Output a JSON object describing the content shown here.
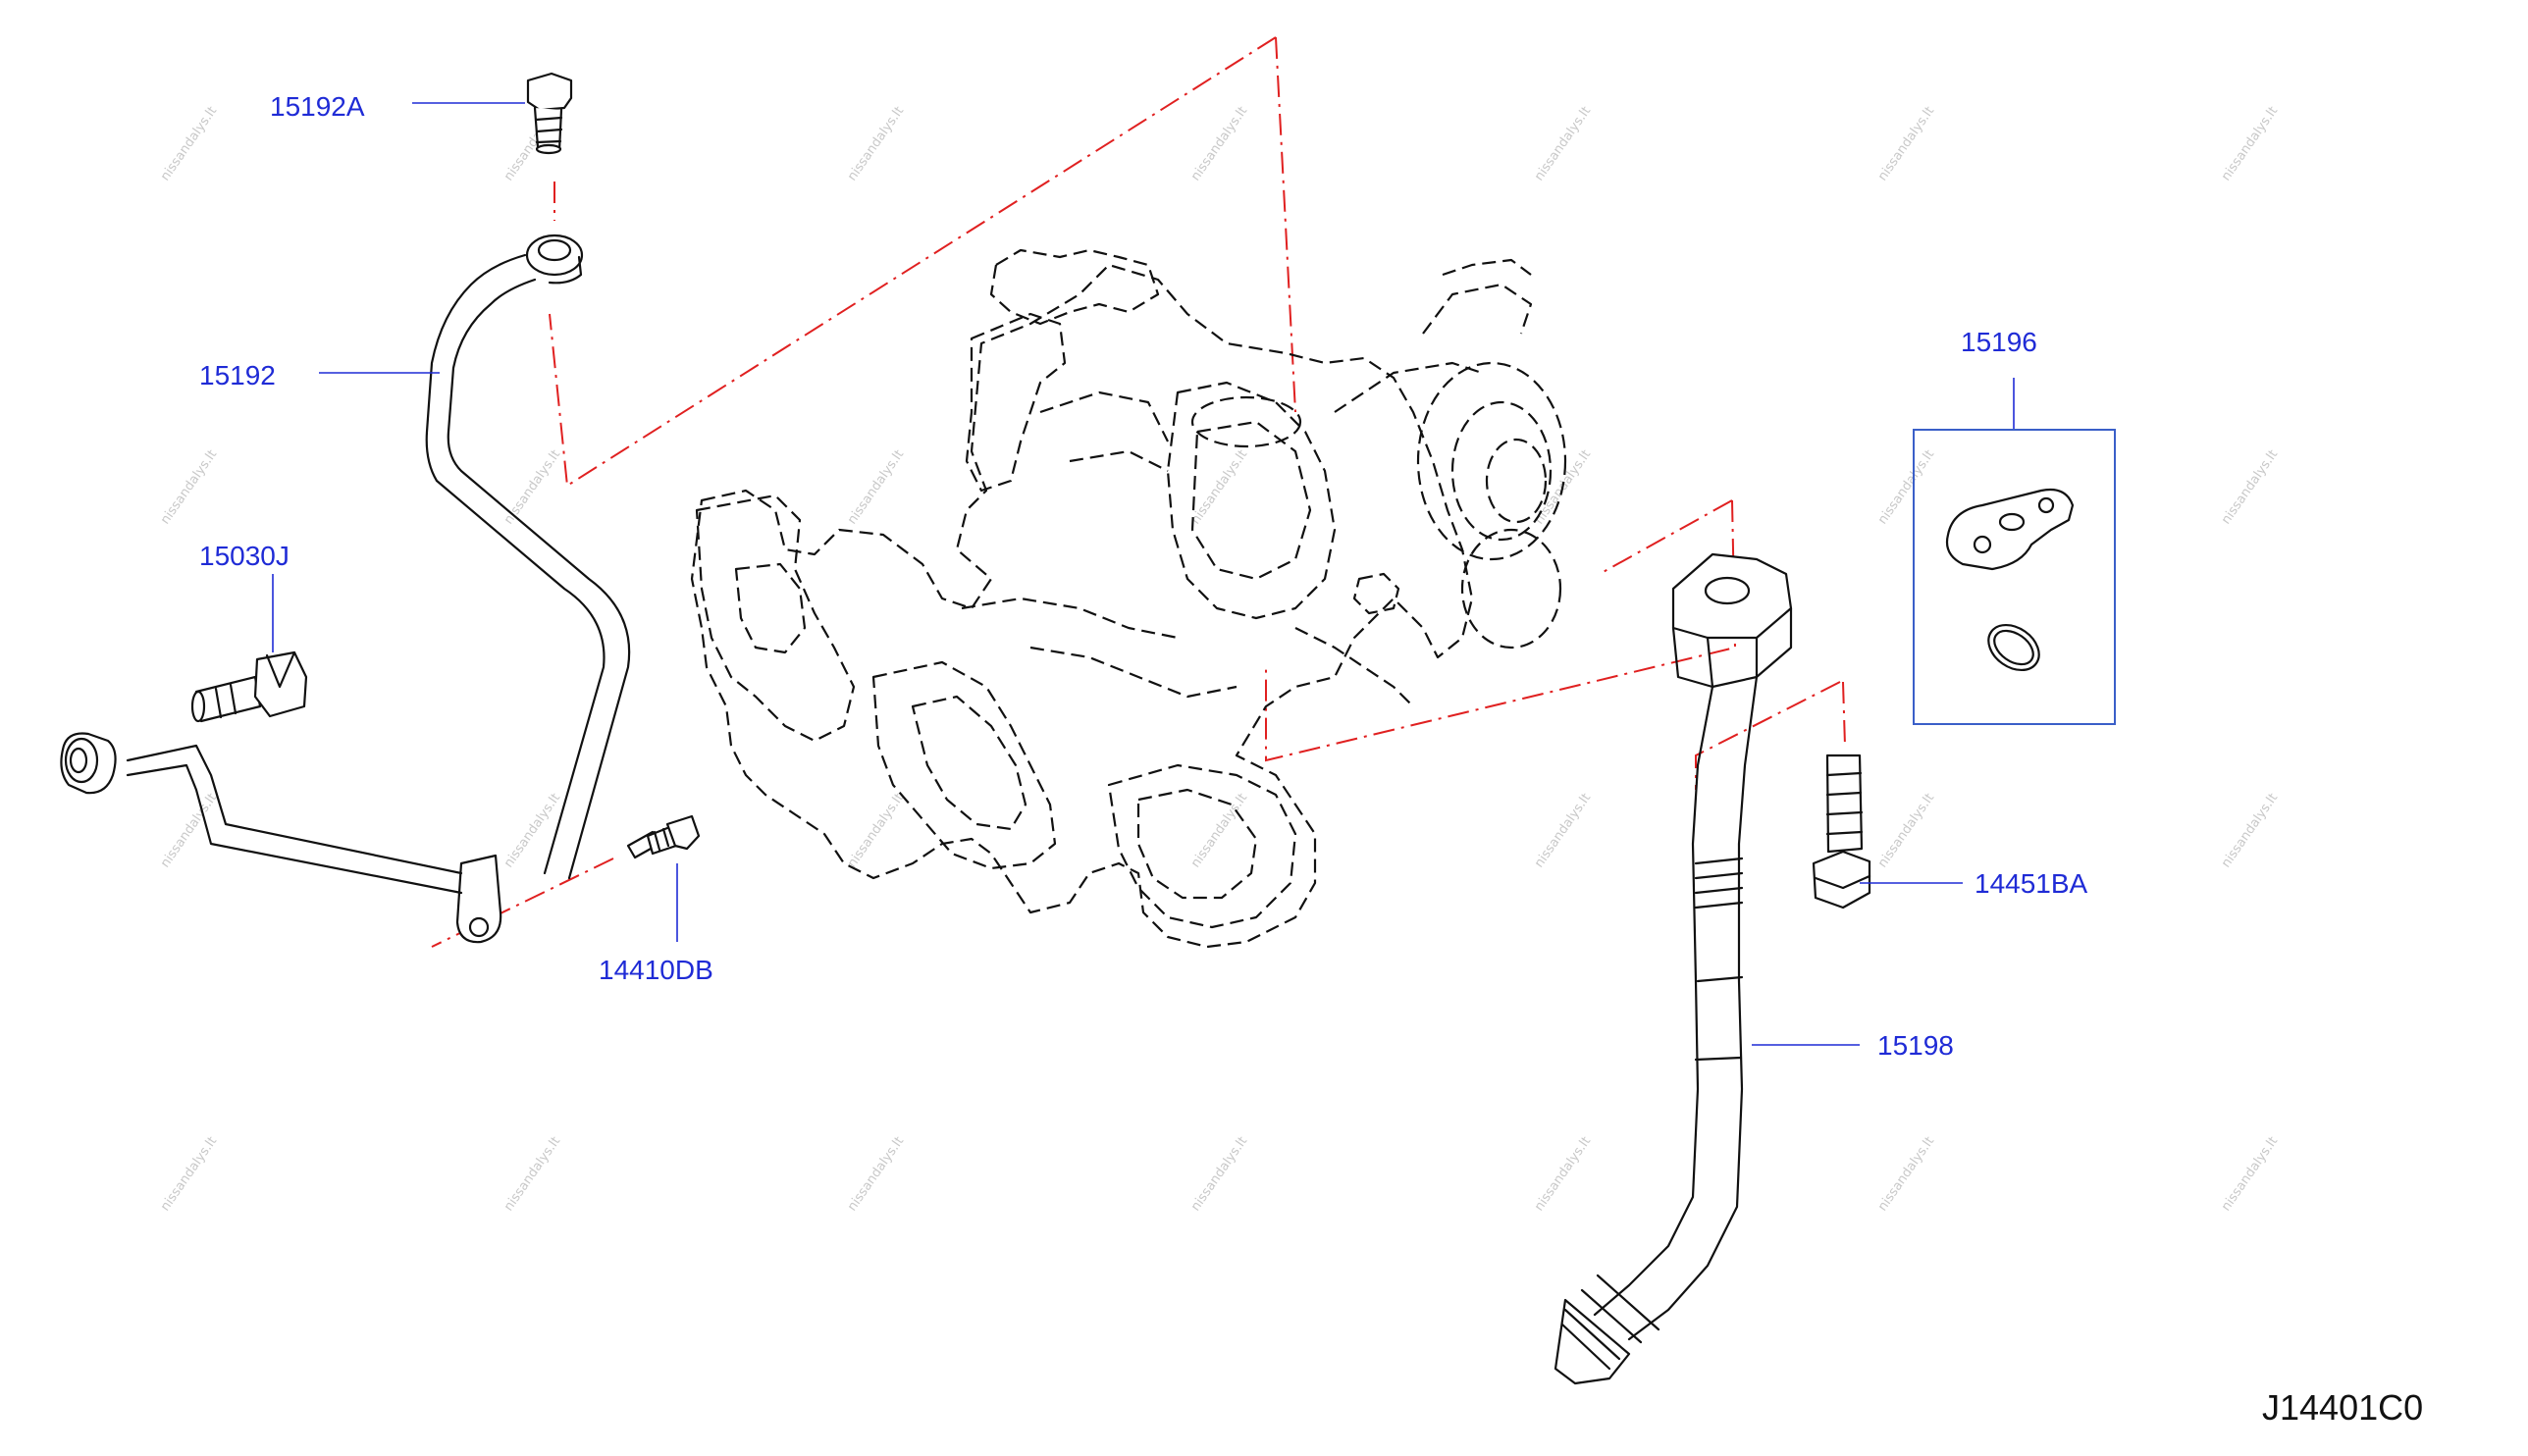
{
  "callouts": {
    "c15192A": "15192A",
    "c15192": "15192",
    "c15030J": "15030J",
    "c14410DB": "14410DB",
    "c15196": "15196",
    "c14451BA": "14451BA",
    "c15198": "15198"
  },
  "diagram_code": "J14401C0",
  "watermark_text": "nissandalys.lt",
  "colors": {
    "callout_blue": "#1f2bd6",
    "phantom_red": "#e02020",
    "watermark_gray": "#c8c8c8"
  }
}
